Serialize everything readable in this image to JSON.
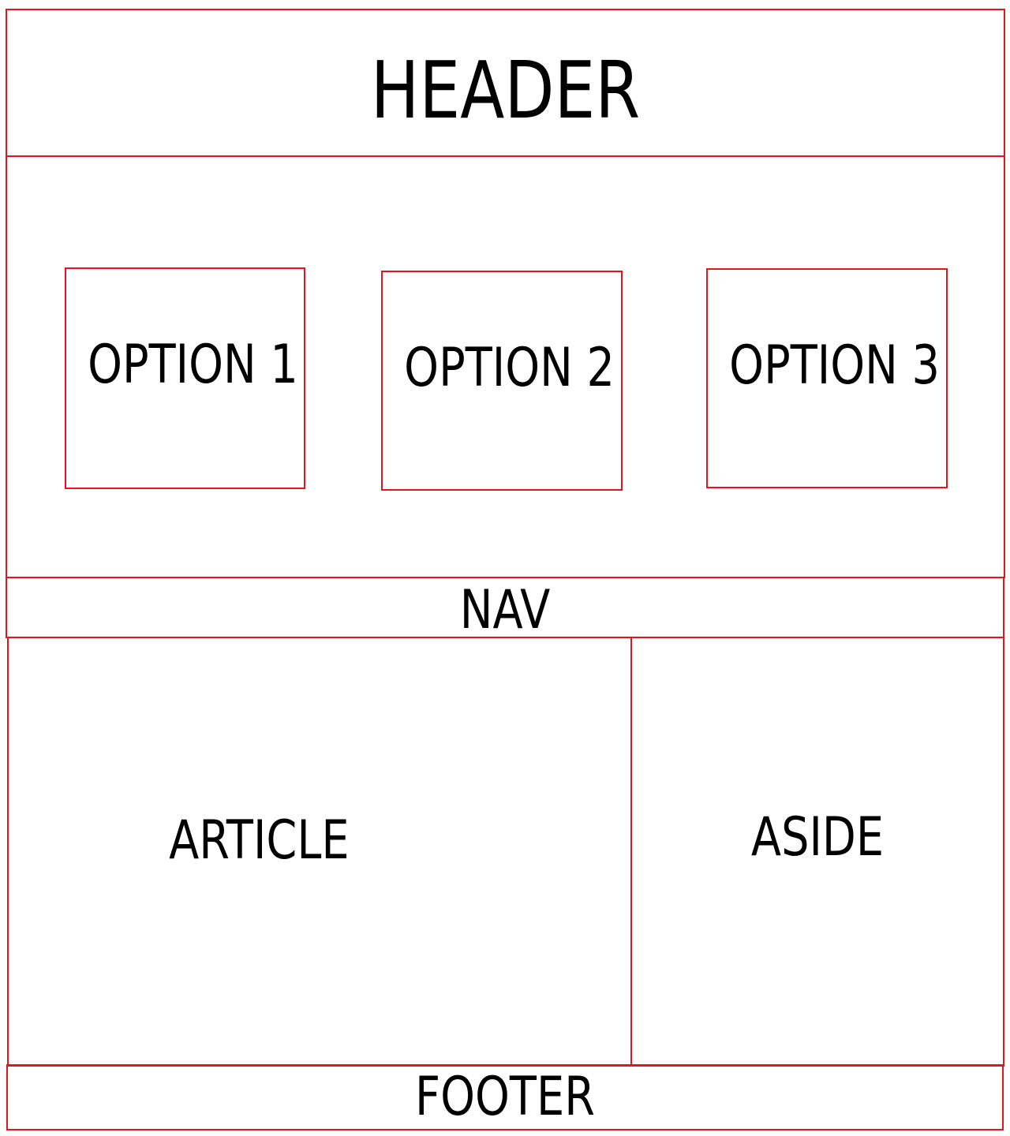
{
  "colors": {
    "border": "#e8141a",
    "text": "#000000",
    "background": "#ffffff"
  },
  "header": {
    "label": "HEADER"
  },
  "options": [
    {
      "label": "OPTION 1"
    },
    {
      "label": "OPTION 2"
    },
    {
      "label": "OPTION 3"
    }
  ],
  "nav": {
    "label": "NAV"
  },
  "article": {
    "label": "ARTICLE"
  },
  "aside": {
    "label": "ASIDE"
  },
  "footer": {
    "label": "FOOTER"
  }
}
